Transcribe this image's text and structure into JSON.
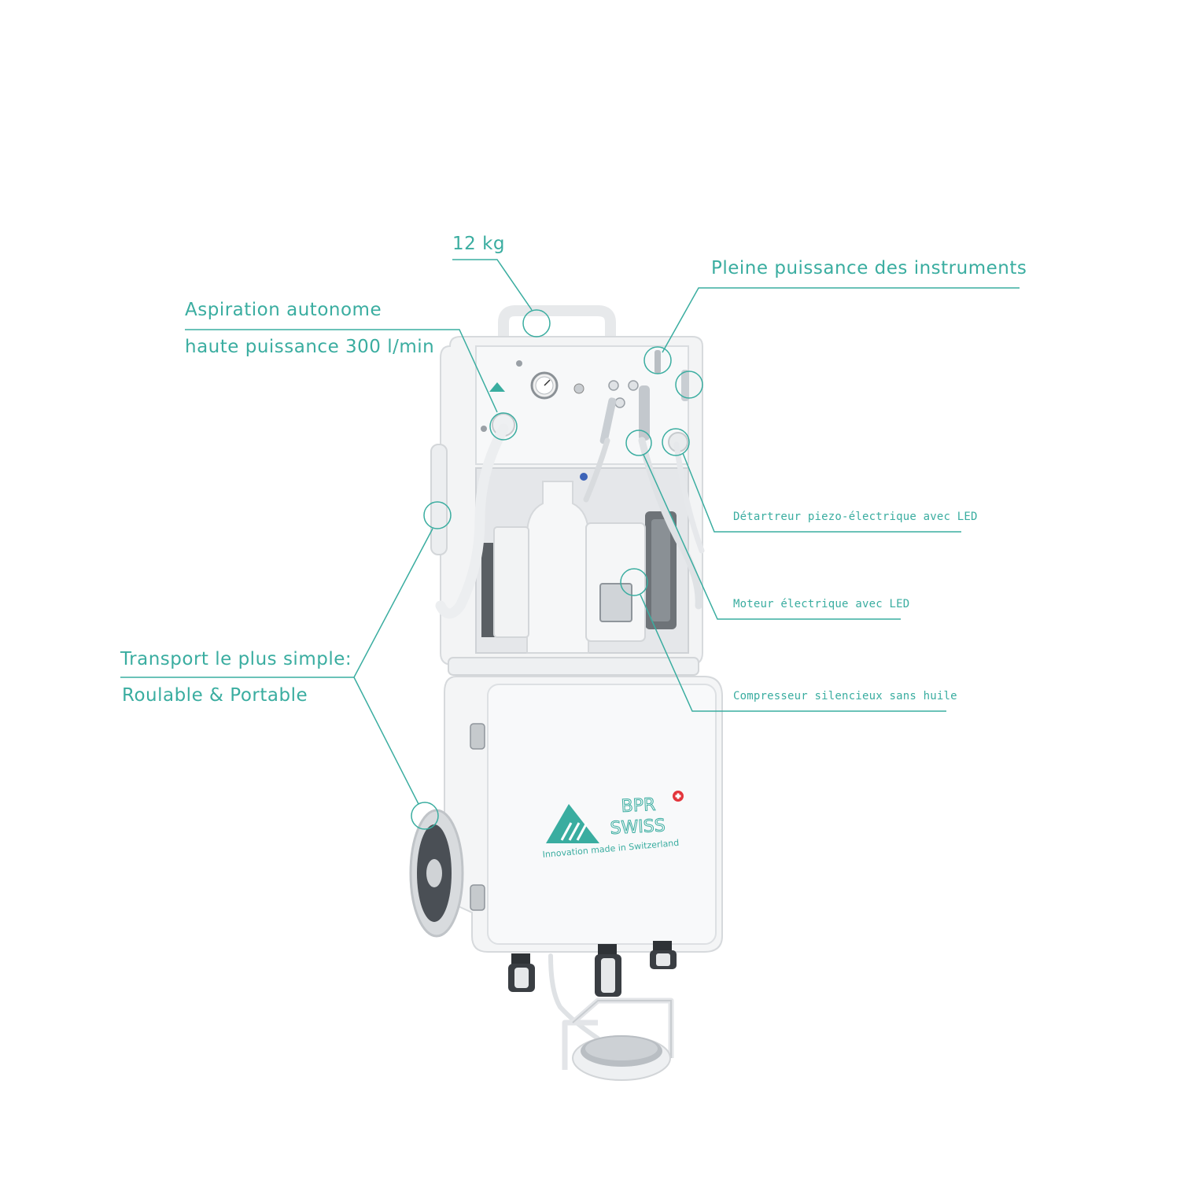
{
  "annotations": {
    "weight": "12 kg",
    "instruments": "Pleine puissance des instruments",
    "aspiration_line1": "Aspiration autonome",
    "aspiration_line2": "haute puissance 300 l/min",
    "scaler": "Détartreur piezo-électrique avec LED",
    "motor": "Moteur électrique avec LED",
    "compressor": "Compresseur silencieux sans huile",
    "transport_line1": "Transport le plus simple:",
    "transport_line2": "Roulable & Portable"
  },
  "brand": {
    "line1": "BPR",
    "line2": "SWISS",
    "tagline": "Innovation made in Switzerland"
  },
  "colors": {
    "accent": "#3aada0",
    "device_body": "#f4f5f6",
    "device_shadow": "#d9dcdf"
  }
}
